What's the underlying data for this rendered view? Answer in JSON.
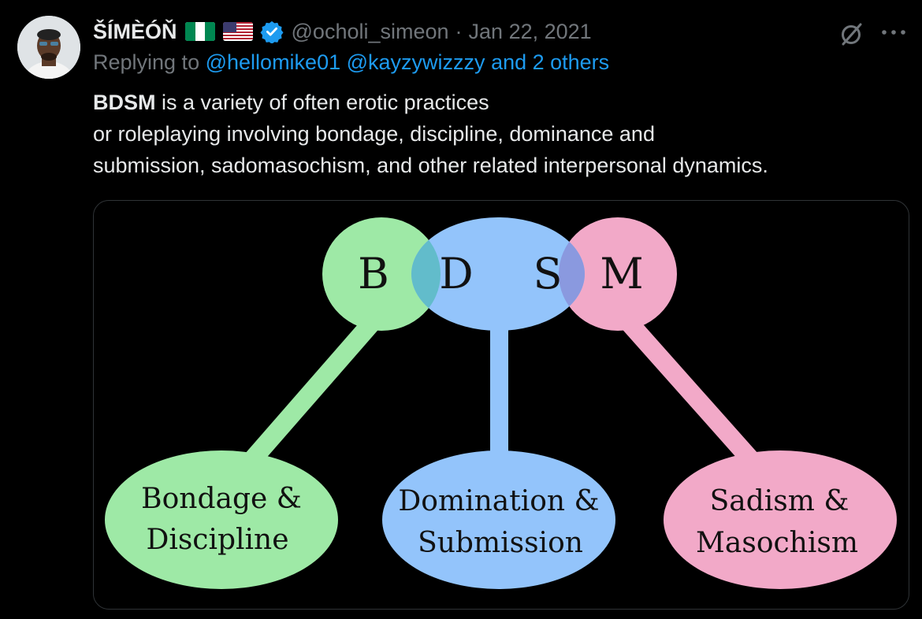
{
  "tweet": {
    "author_name": "ŠÍMÈÓŇ",
    "flags": [
      "nigeria-flag-icon",
      "usa-flag-icon"
    ],
    "verified": true,
    "handle": "@ocholi_simeon",
    "separator": "·",
    "date": "Jan 22, 2021",
    "replying_prefix": "Replying to",
    "replying_mention_1": "@hellomike01",
    "replying_mention_2": "@kayzywizzzy",
    "replying_others": "and 2 others",
    "body_bold": "BDSM",
    "body_line_1": " is a variety of often erotic practices",
    "body_line_2": "or roleplaying involving bondage, discipline, dominance and",
    "body_line_3": "submission, sadomasochism, and other related interpersonal dynamics.",
    "accent_color": "#1d9bf0"
  },
  "diagram": {
    "top_letters": [
      "B",
      "D",
      "S",
      "M"
    ],
    "bottom_left_line_1": "Bondage &",
    "bottom_left_line_2": "Discipline",
    "bottom_mid_line_1": "Domination &",
    "bottom_mid_line_2": "Submission",
    "bottom_right_line_1": "Sadism &",
    "bottom_right_line_2": "Masochism",
    "colors": {
      "green": "#9ee9a6",
      "blue": "#93c4fb",
      "pink": "#f2a9c8",
      "overlap_gd": "#62bccb",
      "overlap_bp": "#8a99df"
    }
  }
}
